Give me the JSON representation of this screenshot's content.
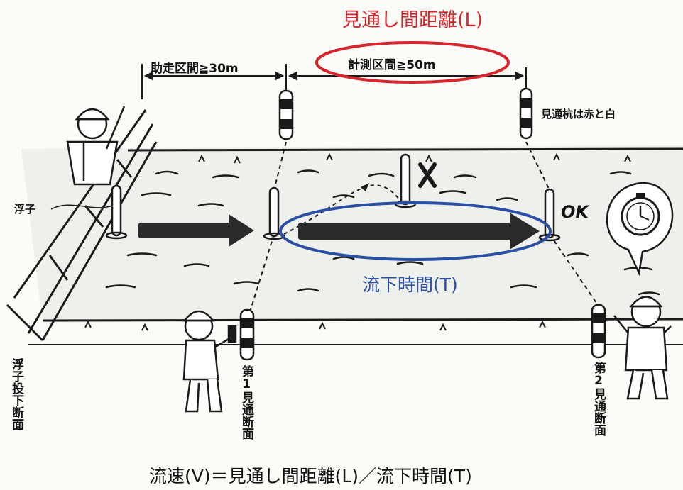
{
  "title_red": "見通し間距離(L)",
  "run_up_label": "助走区間≧30m",
  "measure_label": "計測区間≧50m",
  "stake_note": "見通杭は赤と白",
  "float_label": "浮子",
  "float_drop_section": "浮子投下断面",
  "section_1": "第1見通断面",
  "section_2": "第2見通断面",
  "x_mark": "X",
  "ok_mark": "OK",
  "flow_time_label": "流下時間(T)",
  "formula": "流速(V)＝見通し間距離(L)／流下時間(T)",
  "colors": {
    "red": "#d7262b",
    "blue": "#2b4fa3",
    "ink": "#1a1a1a"
  }
}
